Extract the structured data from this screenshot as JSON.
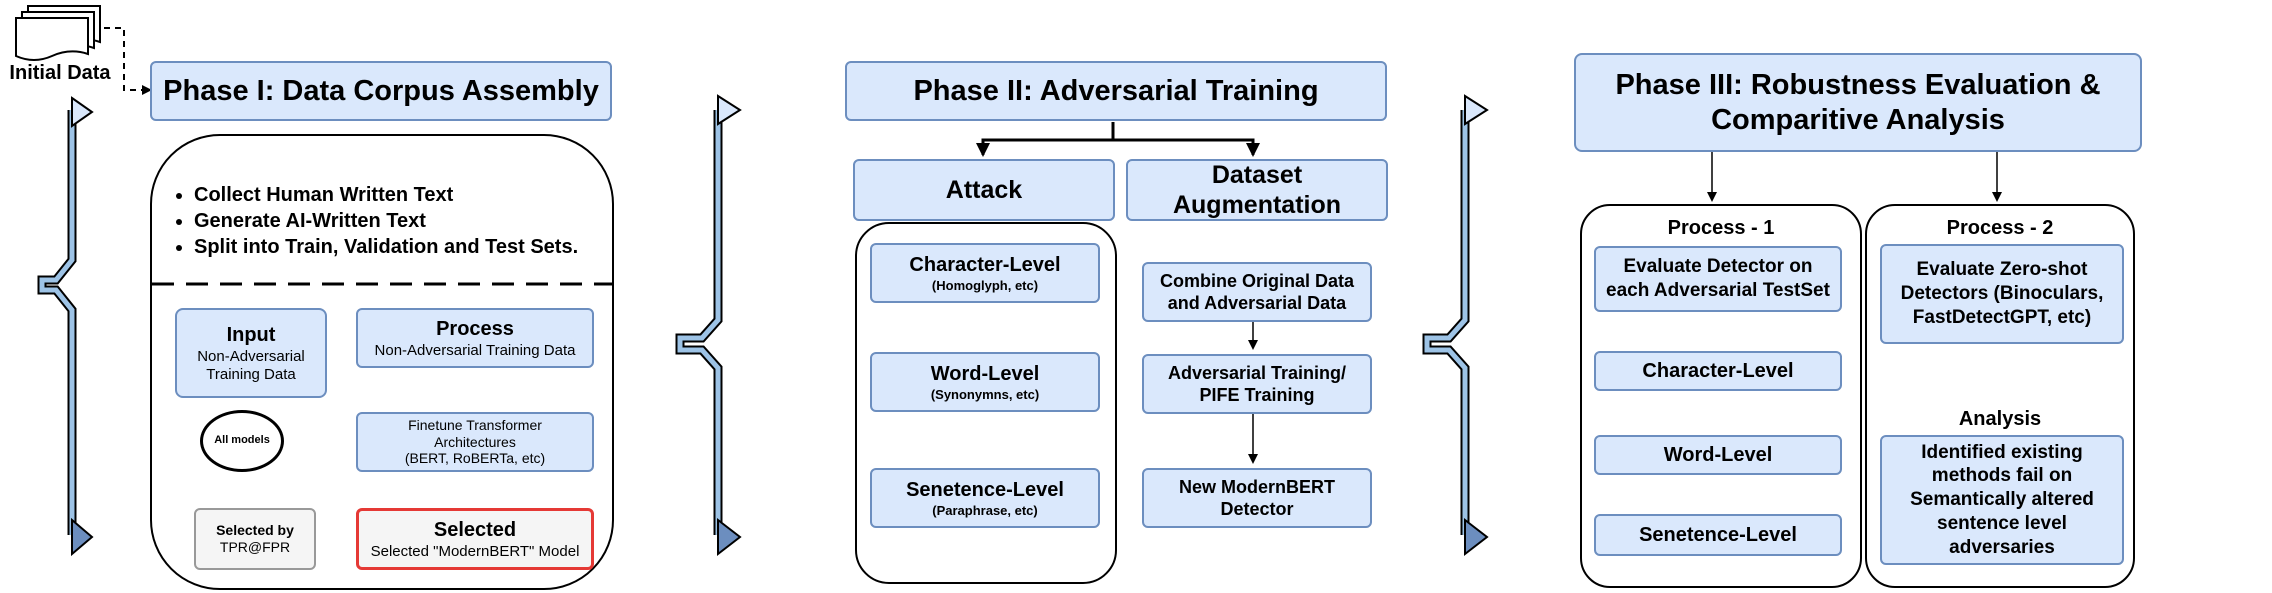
{
  "initial_data": {
    "label": "Initial Data"
  },
  "phase1": {
    "title": "Phase I: Data Corpus Assembly",
    "bullets": [
      "Collect Human Written Text",
      "Generate AI-Written Text",
      "Split into Train, Validation and Test Sets."
    ],
    "input": {
      "title": "Input",
      "sub1": "Non-Adversarial",
      "sub2": "Training Data"
    },
    "process": {
      "title": "Process",
      "sub": "Non-Adversarial Training Data"
    },
    "all_models": "All models",
    "finetune": {
      "line1": "Finetune Transformer",
      "line2": "Architectures",
      "line3": "(BERT, RoBERTa, etc)"
    },
    "selected_by": {
      "line1": "Selected by",
      "line2": "TPR@FPR"
    },
    "selected": {
      "title": "Selected",
      "sub": "Selected \"ModernBERT\" Model"
    }
  },
  "phase2": {
    "title": "Phase II: Adversarial Training",
    "attack": {
      "title": "Attack",
      "items": [
        {
          "title": "Character-Level",
          "sub": "(Homoglyph, etc)"
        },
        {
          "title": "Word-Level",
          "sub": "(Synonymns, etc)"
        },
        {
          "title": "Senetence-Level",
          "sub": "(Paraphrase, etc)"
        }
      ]
    },
    "augmentation": {
      "title1": "Dataset",
      "title2": "Augmentation",
      "items": [
        {
          "line1": "Combine Original Data",
          "line2": "and Adversarial Data"
        },
        {
          "line1": "Adversarial Training/",
          "line2": "PIFE Training"
        },
        {
          "line1": "New ModernBERT",
          "line2": "Detector"
        }
      ]
    }
  },
  "phase3": {
    "title1": "Phase III: Robustness Evaluation &",
    "title2": "Comparitive Analysis",
    "process1": {
      "title": "Process - 1",
      "evaluate1": "Evaluate Detector on",
      "evaluate2": "each Adversarial TestSet",
      "levels": [
        "Character-Level",
        "Word-Level",
        "Senetence-Level"
      ]
    },
    "process2": {
      "title": "Process - 2",
      "evaluate": [
        "Evaluate Zero-shot",
        "Detectors (Binoculars,",
        "FastDetectGPT, etc)"
      ],
      "analysis_title": "Analysis",
      "finding": [
        "Identified existing",
        "methods fail on",
        "Semantically altered",
        "sentence level",
        "adversaries"
      ]
    }
  },
  "colors": {
    "fill": "#dae8fc",
    "stroke": "#6c8ebf",
    "selected_border": "#e53935",
    "grey_fill": "#f5f5f5"
  }
}
